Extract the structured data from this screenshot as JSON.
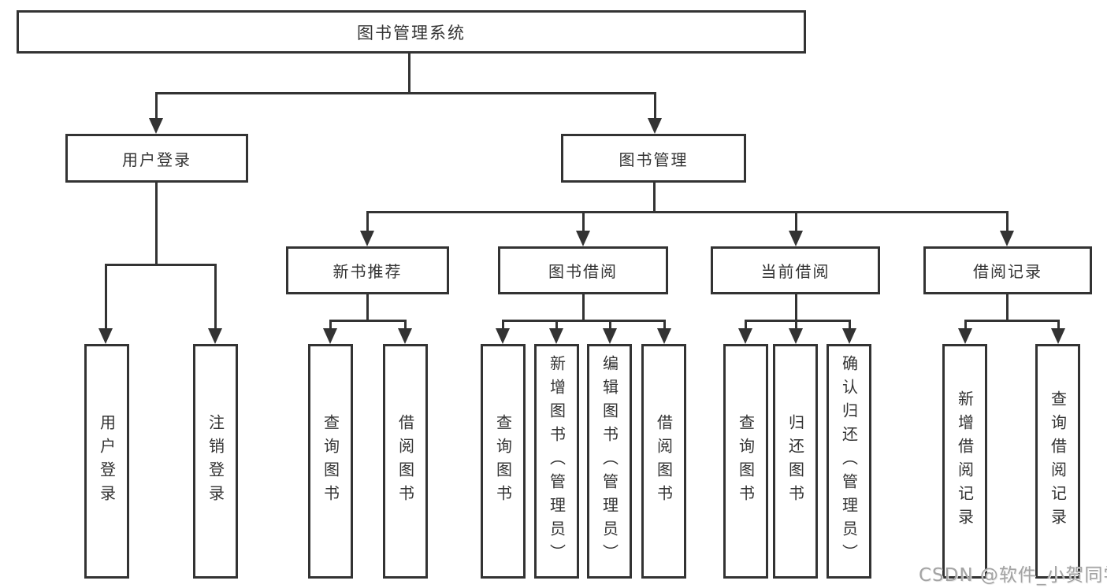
{
  "diagram_title": "图书管理系统",
  "colors": {
    "line": "#333333",
    "box_border": "#333333",
    "text": "#333333",
    "watermark": "#a3a3a3",
    "background": "#ffffff"
  },
  "root": {
    "label": "图书管理系统"
  },
  "level2": [
    {
      "label": "用户登录"
    },
    {
      "label": "图书管理"
    }
  ],
  "level3": [
    {
      "label": "新书推荐"
    },
    {
      "label": "图书借阅"
    },
    {
      "label": "当前借阅"
    },
    {
      "label": "借阅记录"
    }
  ],
  "leaves": [
    {
      "label": "用户登录"
    },
    {
      "label": "注销登录"
    },
    {
      "label": "查询图书"
    },
    {
      "label": "借阅图书"
    },
    {
      "label": "查询图书"
    },
    {
      "label": "新增图书（管理员）"
    },
    {
      "label": "编辑图书（管理员）"
    },
    {
      "label": "借阅图书"
    },
    {
      "label": "查询图书"
    },
    {
      "label": "归还图书"
    },
    {
      "label": "确认归还（管理员）"
    },
    {
      "label": "新增借阅记录"
    },
    {
      "label": "查询借阅记录"
    }
  ],
  "watermark": "CSDN @软件_小贺同学"
}
